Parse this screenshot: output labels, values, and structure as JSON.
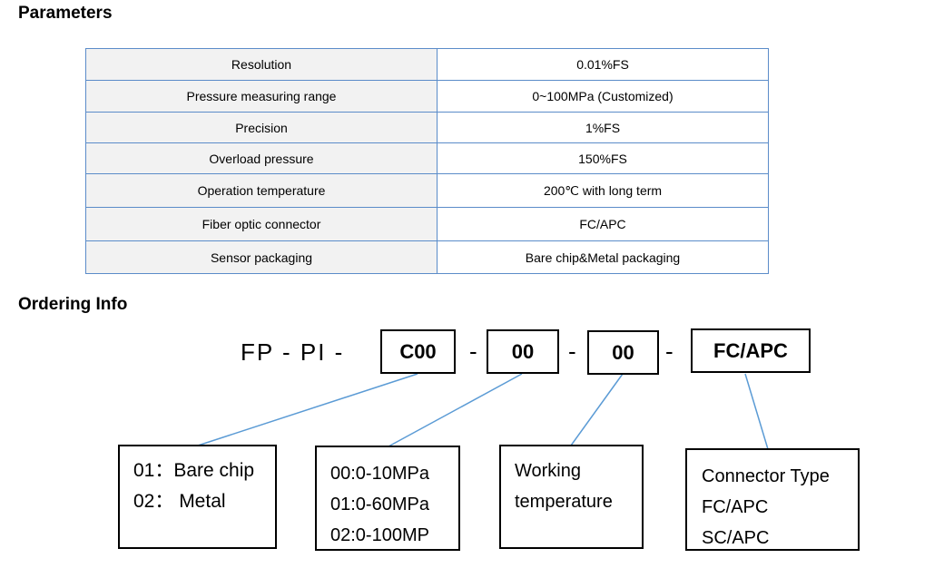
{
  "headings": {
    "parameters": "Parameters",
    "ordering": "Ordering Info"
  },
  "parameters": [
    {
      "name": "Resolution",
      "value": "0.01%FS"
    },
    {
      "name": "Pressure measuring range",
      "value": "0~100MPa (Customized)"
    },
    {
      "name": "Precision",
      "value": "1%FS"
    },
    {
      "name": "Overload pressure",
      "value": "150%FS"
    },
    {
      "name": "Operation temperature",
      "value": "200℃ with long term"
    },
    {
      "name": "Fiber optic connector",
      "value": "FC/APC"
    },
    {
      "name": "Sensor packaging",
      "value": "Bare chip&Metal packaging"
    }
  ],
  "ordering": {
    "prefix": "FP  -  PI  -",
    "separator": "-",
    "boxes": [
      "C00",
      "00",
      "00",
      "FC/APC"
    ],
    "descriptions": {
      "packaging": [
        "01：Bare chip",
        "02：  Metal"
      ],
      "range": [
        "00:0-10MPa",
        "01:0-60MPa",
        "02:0-100MP"
      ],
      "temperature": [
        "Working",
        "temperature"
      ],
      "connector": [
        "Connector Type",
        "FC/APC",
        "SC/APC"
      ]
    },
    "line_color": "#5b9bd5"
  }
}
